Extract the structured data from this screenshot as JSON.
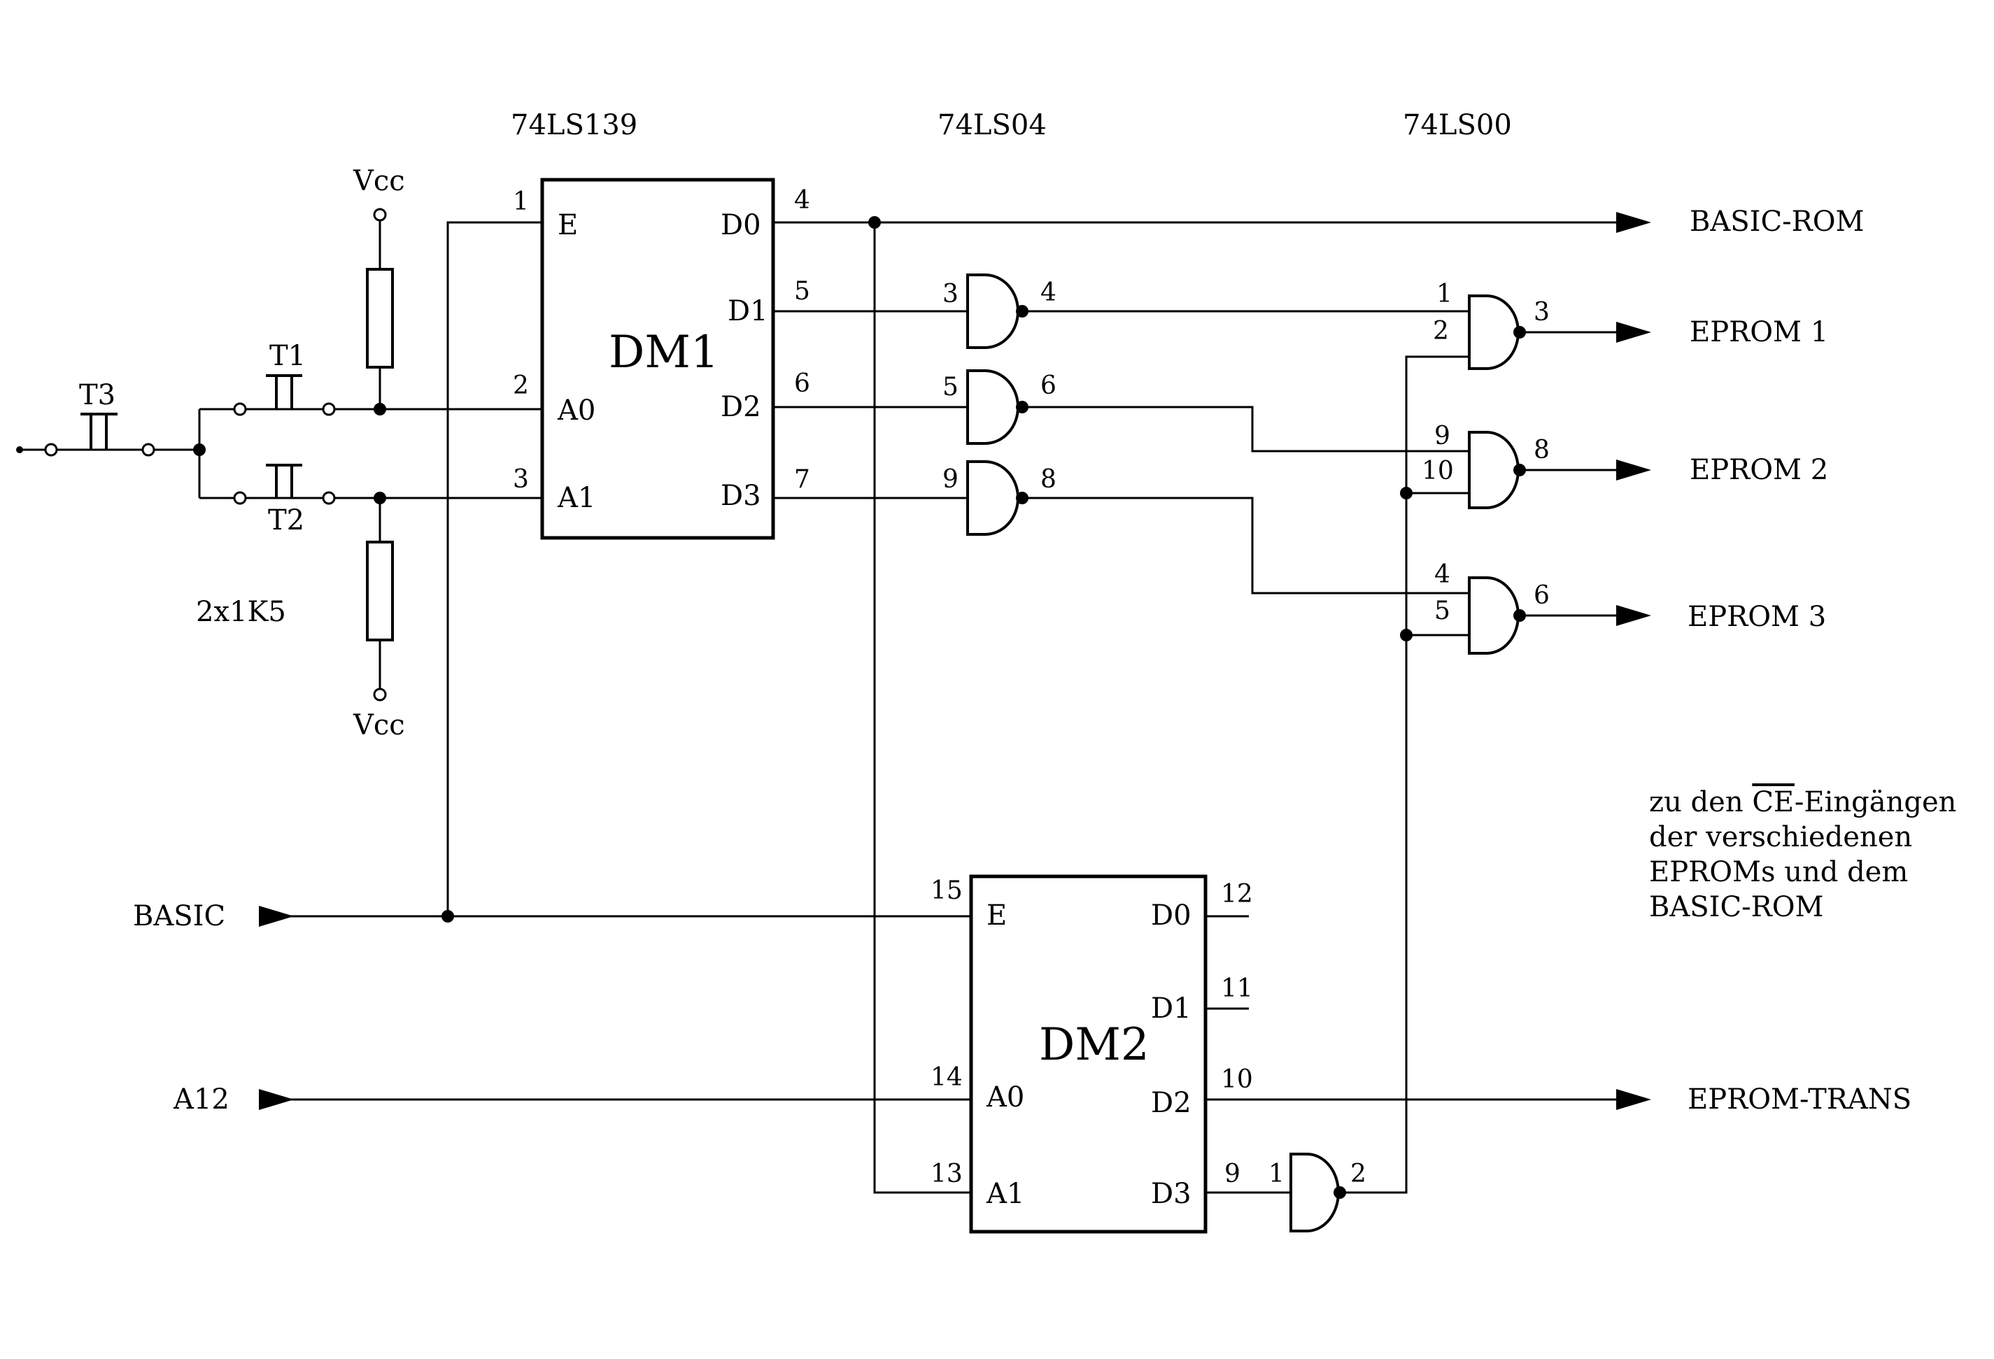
{
  "chips": {
    "dm1": "DM1",
    "dm2": "DM2"
  },
  "part_numbers": {
    "decoder": "74LS139",
    "inverter": "74LS04",
    "nand": "74LS00"
  },
  "dm1_pins": {
    "e_label": "E",
    "a0_label": "A0",
    "a1_label": "A1",
    "d0_label": "D0",
    "d1_label": "D1",
    "d2_label": "D2",
    "d3_label": "D3",
    "e": "1",
    "a0": "2",
    "a1": "3",
    "d0": "4",
    "d1": "5",
    "d2": "6",
    "d3": "7"
  },
  "dm2_pins": {
    "e_label": "E",
    "a0_label": "A0",
    "a1_label": "A1",
    "d0_label": "D0",
    "d1_label": "D1",
    "d2_label": "D2",
    "d3_label": "D3",
    "e": "15",
    "a0": "14",
    "a1": "13",
    "d0": "12",
    "d1": "11",
    "d2": "10",
    "d3": "9"
  },
  "inverters": {
    "inv1_in": "3",
    "inv1_out": "4",
    "inv2_in": "5",
    "inv2_out": "6",
    "inv3_in": "9",
    "inv3_out": "8",
    "inv4_in": "1",
    "inv4_out": "2"
  },
  "nands": {
    "n1_in_a": "1",
    "n1_in_b": "2",
    "n1_out": "3",
    "n2_in_a": "9",
    "n2_in_b": "10",
    "n2_out": "8",
    "n3_in_a": "4",
    "n3_in_b": "5",
    "n3_out": "6"
  },
  "switches": {
    "t1": "T1",
    "t2": "T2",
    "t3": "T3"
  },
  "resistors": {
    "value": "2x1K5",
    "vcc_top": "Vcc",
    "vcc_bottom": "Vcc"
  },
  "inputs": {
    "basic": "BASIC",
    "a12": "A12"
  },
  "outputs": {
    "basic_rom": "BASIC-ROM",
    "eprom1": "EPROM 1",
    "eprom2": "EPROM 2",
    "eprom3": "EPROM 3",
    "eprom_trans": "EPROM-TRANS"
  },
  "note": {
    "line1_prefix": "zu den ",
    "line1_overline": "CE",
    "line1_suffix": "-Eingängen",
    "line2": "der verschiedenen",
    "line3": "EPROMs und dem",
    "line4": "BASIC-ROM"
  }
}
